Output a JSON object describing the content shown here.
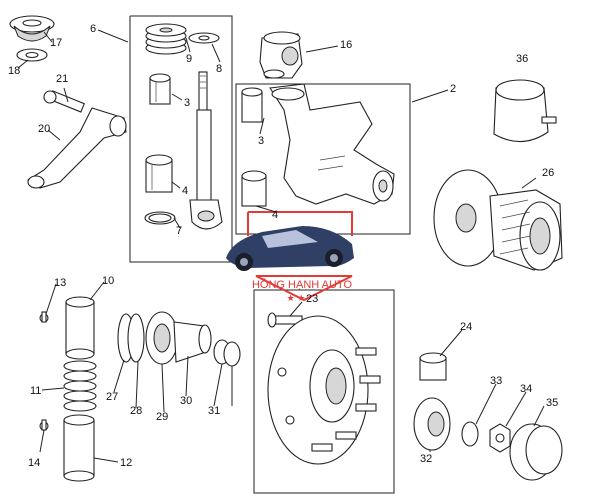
{
  "callouts": [
    "17",
    "18",
    "6",
    "9",
    "8",
    "16",
    "2",
    "36",
    "21",
    "20",
    "3",
    "3",
    "4",
    "7",
    "4",
    "26",
    "13",
    "10",
    "23",
    "24",
    "11",
    "27",
    "28",
    "29",
    "30",
    "31",
    "33",
    "34",
    "35",
    "14",
    "12",
    "32"
  ],
  "watermark": {
    "brand_text": "HỒNG HẠNH AUTO",
    "stars_text": "★ ★",
    "colors": {
      "red": "#e53935",
      "car": "#2f3f66"
    }
  },
  "colors": {
    "line": "#222222",
    "shade": "#d7d7d7",
    "background": "#ffffff"
  }
}
